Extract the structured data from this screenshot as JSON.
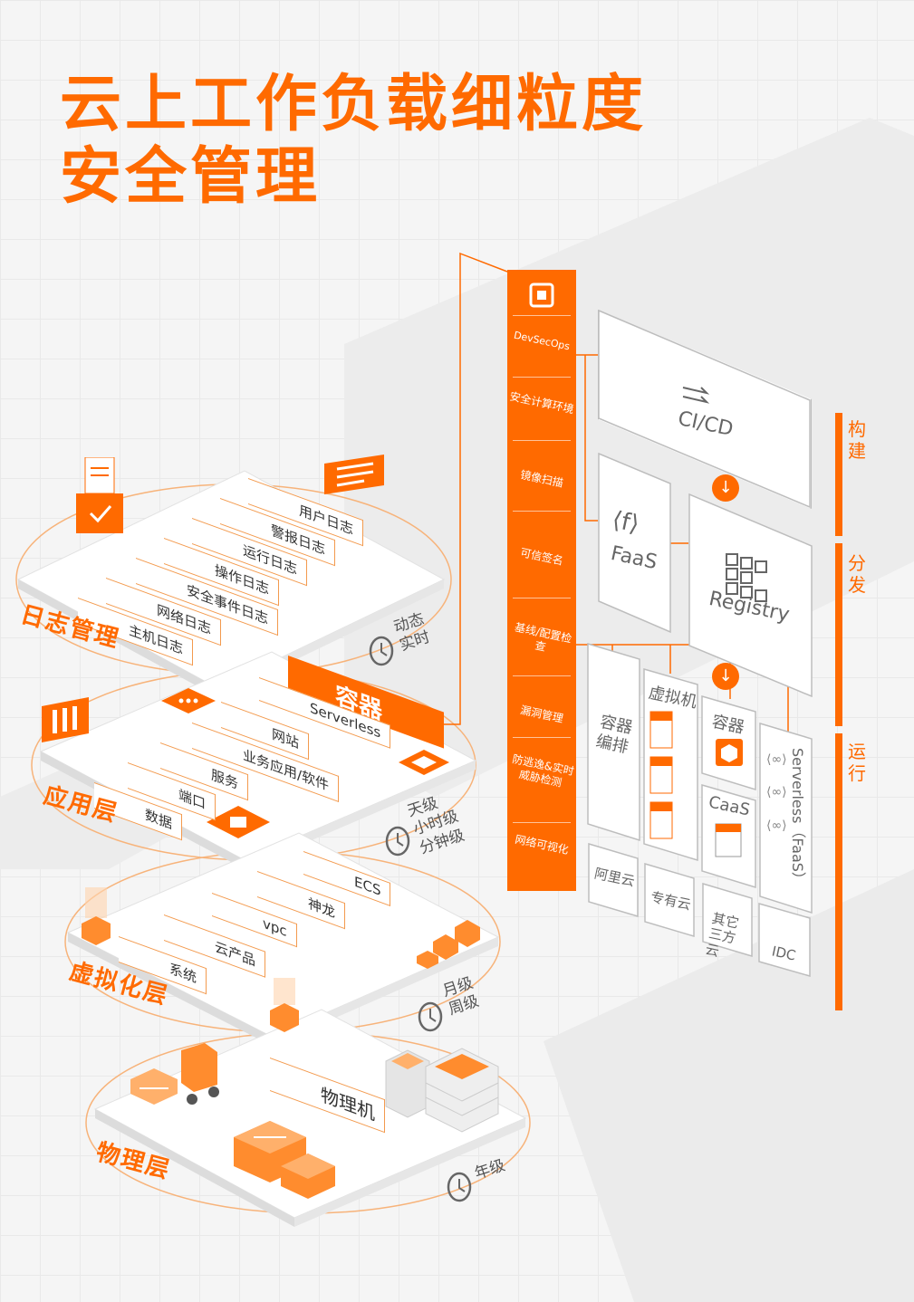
{
  "title": {
    "line1": "云上工作负载细粒度",
    "line2": "安全管理"
  },
  "layers": {
    "log": {
      "label": "日志管理",
      "tags": [
        "用户日志",
        "警报日志",
        "运行日志",
        "操作日志",
        "安全事件日志",
        "网络日志",
        "主机日志"
      ],
      "freq": [
        "动态",
        "实时"
      ]
    },
    "app": {
      "label": "应用层",
      "container_banner": "容器",
      "tags": [
        "Serverless",
        "网站",
        "业务应用/软件",
        "服务",
        "端口",
        "数据"
      ],
      "freq": [
        "天级",
        "小时级",
        "分钟级"
      ]
    },
    "virt": {
      "label": "虚拟化层",
      "tags": [
        "ECS",
        "神龙",
        "vpc",
        "云产品",
        "系统"
      ],
      "freq": [
        "月级",
        "周级"
      ]
    },
    "phys": {
      "label": "物理层",
      "tags": [
        "物理机"
      ],
      "freq": [
        "年级"
      ]
    }
  },
  "devsecops_column": [
    "DevSecOps",
    "安全计算环境",
    "镜像扫描",
    "可信签名",
    "基线/配置检查",
    "漏洞管理",
    "防逃逸&实时威胁检测",
    "网络可视化"
  ],
  "pipeline": {
    "cicd": "CI/CD",
    "faas": "FaaS",
    "faas_icon": "⟨f⟩",
    "registry": "Registry",
    "container_orch": "容器编排",
    "vm": "虚拟机",
    "container": "容器",
    "caas": "CaaS",
    "serverless": "Serverless（FaaS）",
    "clouds": [
      "阿里云",
      "专有云",
      "其它三方云",
      "IDC"
    ]
  },
  "stages": [
    "构建",
    "分发",
    "运行"
  ],
  "colors": {
    "accent": "#ff6a00",
    "line": "#f39a4e",
    "box_border": "#bdbdbd"
  },
  "icons": [
    "lock-check-icon",
    "document-icon",
    "chart-bars-icon",
    "chat-icon",
    "briefcase-icon",
    "clock-icon",
    "cube-icon",
    "server-icon",
    "forklift-icon",
    "arrow-down-icon",
    "cicd-arrow-icon",
    "registry-grid-icon"
  ]
}
